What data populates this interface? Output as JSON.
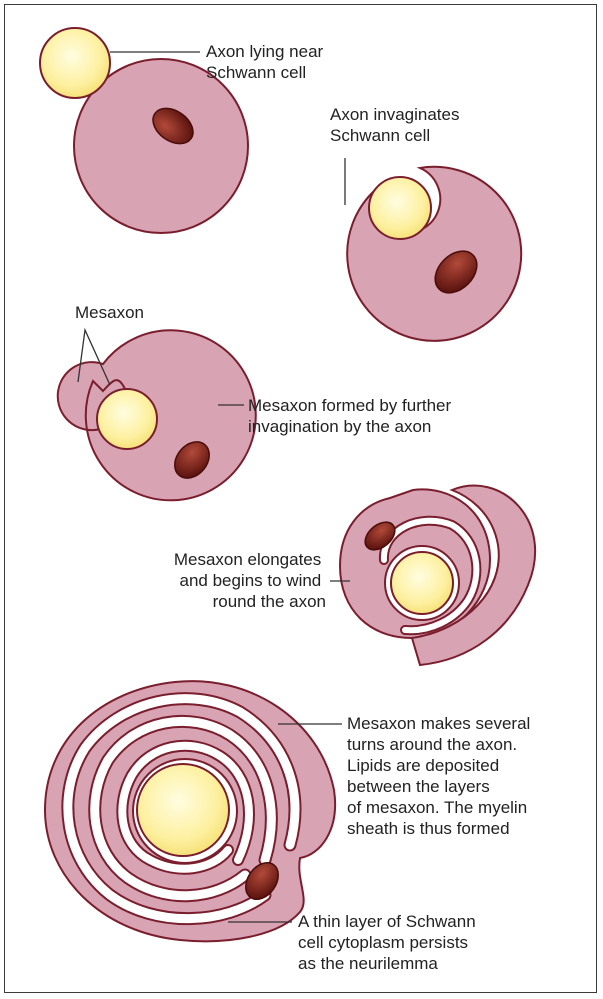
{
  "colors": {
    "cytoplasm": "#d8a3b3",
    "membrane": "#7a1e2e",
    "axon": "#fdf1a6",
    "nucleus": "#6e1a14"
  },
  "labels": {
    "stage1": [
      "Axon lying near",
      "Schwann cell"
    ],
    "stage2": [
      "Axon invaginates",
      "Schwann cell"
    ],
    "mesaxon": "Mesaxon",
    "stage3": [
      "Mesaxon formed by further",
      "invagination by the axon"
    ],
    "stage4": [
      "Mesaxon elongates",
      "and begins to wind",
      "round the axon"
    ],
    "stage5": [
      "Mesaxon makes several",
      "turns around the axon.",
      "Lipids are deposited",
      "between the layers",
      "of mesaxon. The myelin",
      "sheath is thus formed"
    ],
    "stage6": [
      "A thin layer of Schwann",
      "cell cytoplasm persists",
      "as the neurilemma"
    ]
  }
}
